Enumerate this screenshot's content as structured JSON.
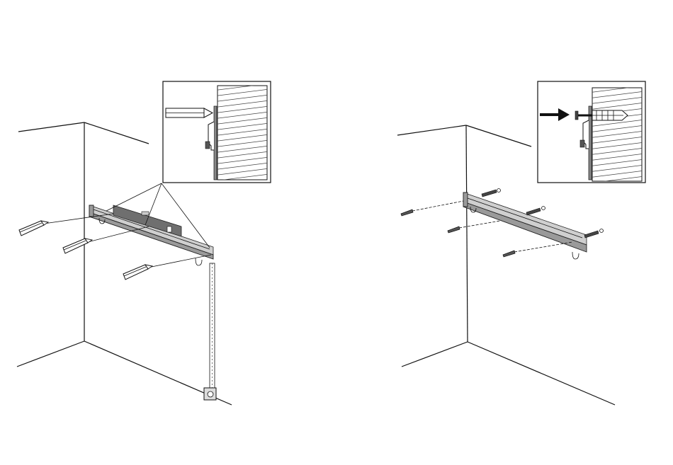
{
  "figure": {
    "panels": [
      {
        "id": "left",
        "step": "mark-drill-holes-with-pencil-using-level-and-tape"
      },
      {
        "id": "right",
        "step": "insert-wall-plugs-and-screw-rail"
      }
    ]
  },
  "colors": {
    "line": "#111111",
    "rail": "#9a9a9a",
    "rail_light": "#cfcfcf",
    "level": "#6f6f6f",
    "background": "#ffffff"
  },
  "icons": [
    "pencil-icon",
    "spirit-level-icon",
    "tape-measure-icon",
    "wall-plug-icon",
    "screw-icon",
    "arrow-right-icon"
  ]
}
